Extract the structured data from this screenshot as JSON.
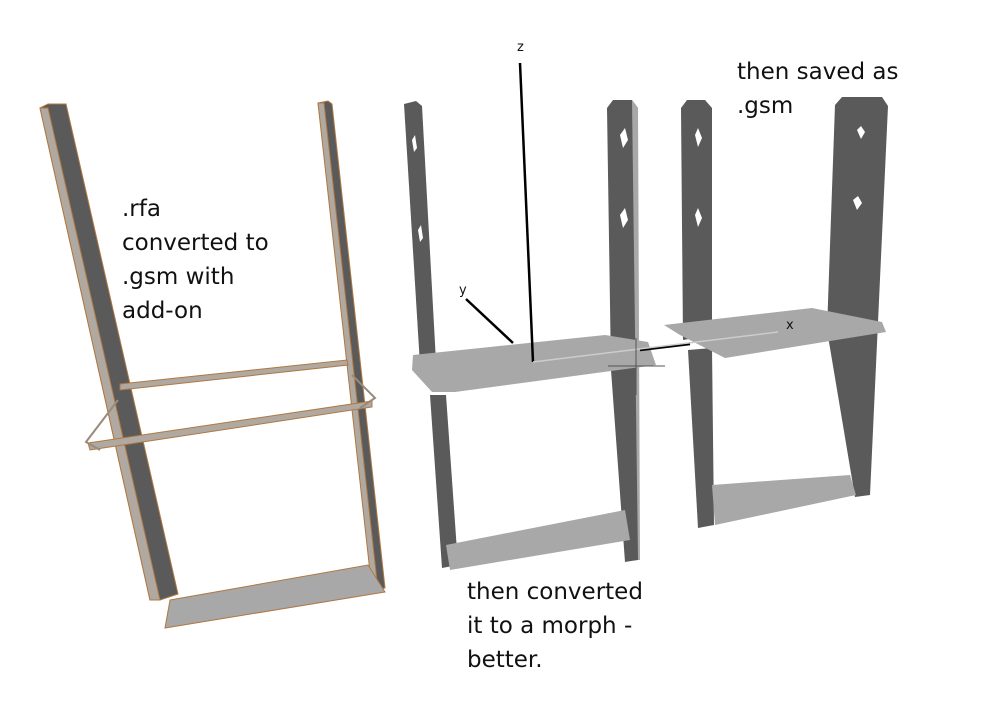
{
  "annotations": {
    "rfa_note": [
      ".rfa",
      "converted to",
      ".gsm with",
      "add-on"
    ],
    "morph_note": [
      "then converted",
      "it to a morph -",
      "better."
    ],
    "saved_note": [
      "then saved as",
      ".gsm"
    ]
  },
  "axes": {
    "x": "x",
    "y": "y",
    "z": "z"
  },
  "colors": {
    "dark_face": "#5a5a5a",
    "light_face": "#a8a8a8",
    "edge": "#b07840"
  }
}
